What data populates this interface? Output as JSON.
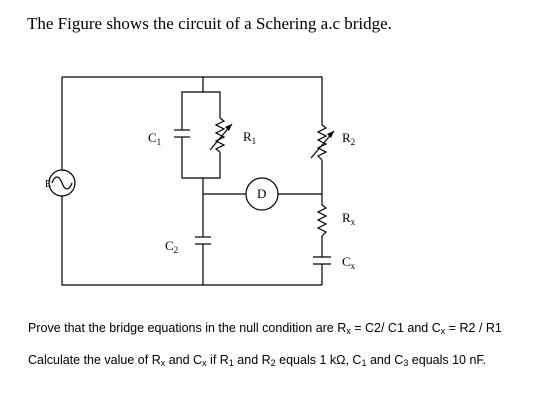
{
  "title": "The Figure shows the circuit of a Schering a.c bridge.",
  "circuit": {
    "source_label": "E",
    "c1_label": "C",
    "c1_sub": "1",
    "r1_label": "R",
    "r1_sub": "1",
    "r2_label": "R",
    "r2_sub": "2",
    "d_label": "D",
    "rx_label": "R",
    "rx_sub": "x",
    "c2_label": "C",
    "c2_sub": "2",
    "cx_label": "C",
    "cx_sub": "x"
  },
  "statement1": {
    "t1": "Prove that the bridge equations in the null condition are R",
    "s1": "x",
    "t2": " = C2/ C1 and C",
    "s2": "x",
    "t3": " = R2 / R1"
  },
  "statement2": {
    "t1": "Calculate the value of R",
    "s1": "x",
    "t2": " and C",
    "s2": "x",
    "t3": " if R",
    "s3": "1",
    "t4": " and R",
    "s4": "2",
    "t5": " equals 1 kΩ, C",
    "s5": "1",
    "t6": " and C",
    "s6": "3",
    "t7": " equals 10 nF."
  }
}
